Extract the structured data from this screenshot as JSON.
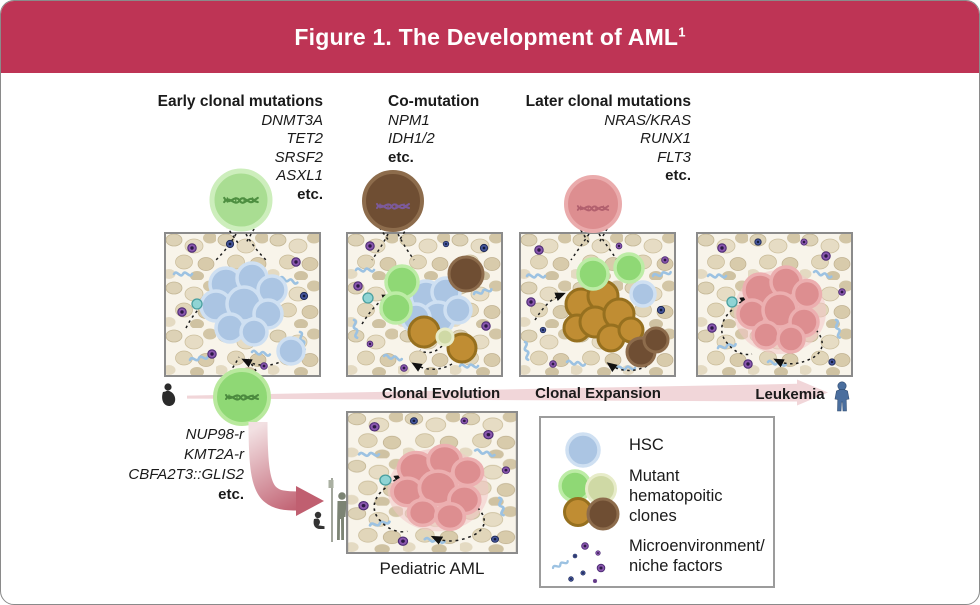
{
  "header": {
    "title": "Figure 1. The Development of AML",
    "title_sup": "1"
  },
  "mutation_columns": {
    "early": {
      "heading": "Early clonal mutations",
      "genes": [
        "DNMT3A",
        "TET2",
        "SRSF2",
        "ASXL1"
      ],
      "etc_label": "etc."
    },
    "co": {
      "heading": "Co-mutation",
      "genes": [
        "NPM1",
        "IDH1/2"
      ],
      "etc_label": "etc."
    },
    "later": {
      "heading": "Later clonal mutations",
      "genes": [
        "NRAS/KRAS",
        "RUNX1",
        "FLT3"
      ],
      "etc_label": "etc."
    }
  },
  "pediatric": {
    "genes": [
      "NUP98-r",
      "KMT2A-r",
      "CBFA2T3::GLIS2"
    ],
    "etc_label": "etc.",
    "panel_label": "Pediatric AML"
  },
  "timeline": {
    "stages": [
      "Clonal Evolution",
      "Clonal Expansion",
      "Leukemia"
    ]
  },
  "legend": {
    "items": [
      {
        "icon": "hsc-cell-icon",
        "label": "HSC"
      },
      {
        "icon": "mutant-clones-icon",
        "label": "Mutant hematopoitic clones"
      },
      {
        "icon": "microenvironment-icon",
        "label": "Microenvironment/ niche factors"
      }
    ]
  },
  "colors": {
    "header_bg": "#be3455",
    "header_text": "#ffffff",
    "timeline_band": "#f1d6d9",
    "pediatric_arrow_light": "#f2e0e2",
    "pediatric_arrow_dark": "#c05f70",
    "hsc_blue": "#abc5e3",
    "mutant_green": "#8fd875",
    "mutant_pale_green": "#cfd9a5",
    "mutant_ochre": "#c08d33",
    "mutant_brown": "#6f4e33",
    "leukemia_pink": "#dd8e90",
    "panel_border": "#8b8b8b"
  }
}
